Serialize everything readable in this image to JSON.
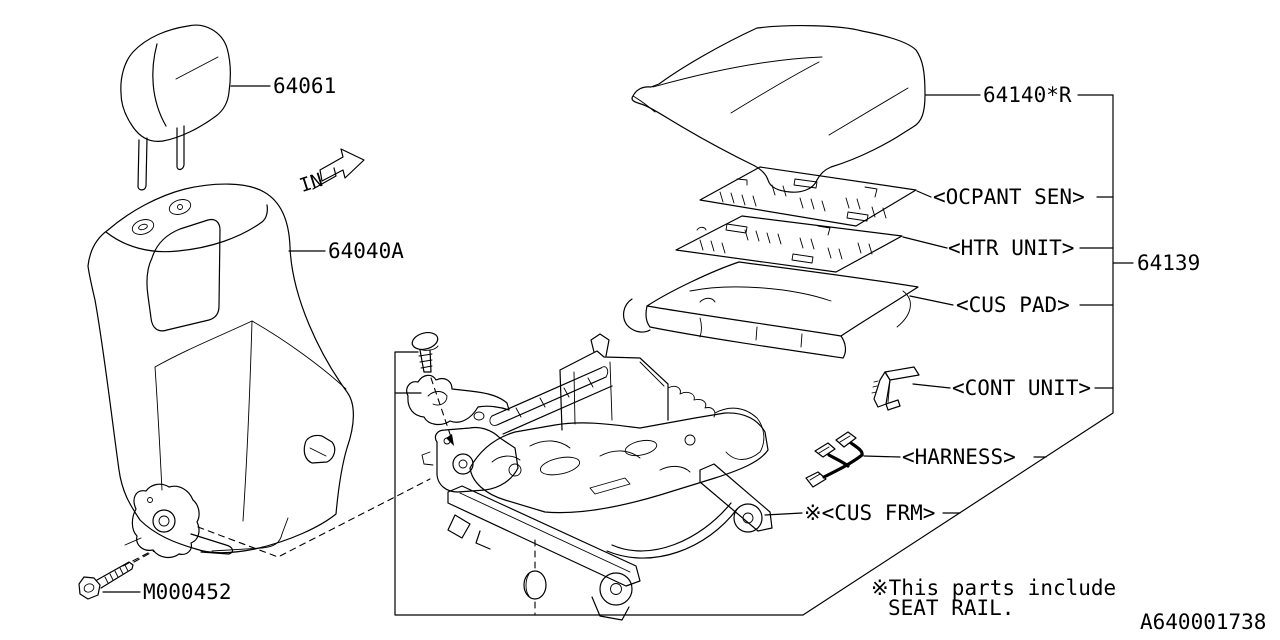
{
  "style": {
    "background": "#ffffff",
    "ink": "#000000"
  },
  "diagram": {
    "drawing_number": "A640001738",
    "direction_label": "IN",
    "note_line1": "※This parts include",
    "note_line2": "SEAT RAIL.",
    "labels": {
      "headrest": "64061",
      "seat_back": "64040A",
      "cushion_cover": "64140*R",
      "occupant_sensor": "<OCPANT SEN>",
      "heater_unit": "<HTR UNIT>",
      "cushion_pad": "<CUS PAD>",
      "seat_cushion": "64139",
      "control_unit": "<CONT UNIT>",
      "harness": "<HARNESS>",
      "cushion_frame": "※<CUS FRM>",
      "mount_bolt": "M000452"
    }
  }
}
